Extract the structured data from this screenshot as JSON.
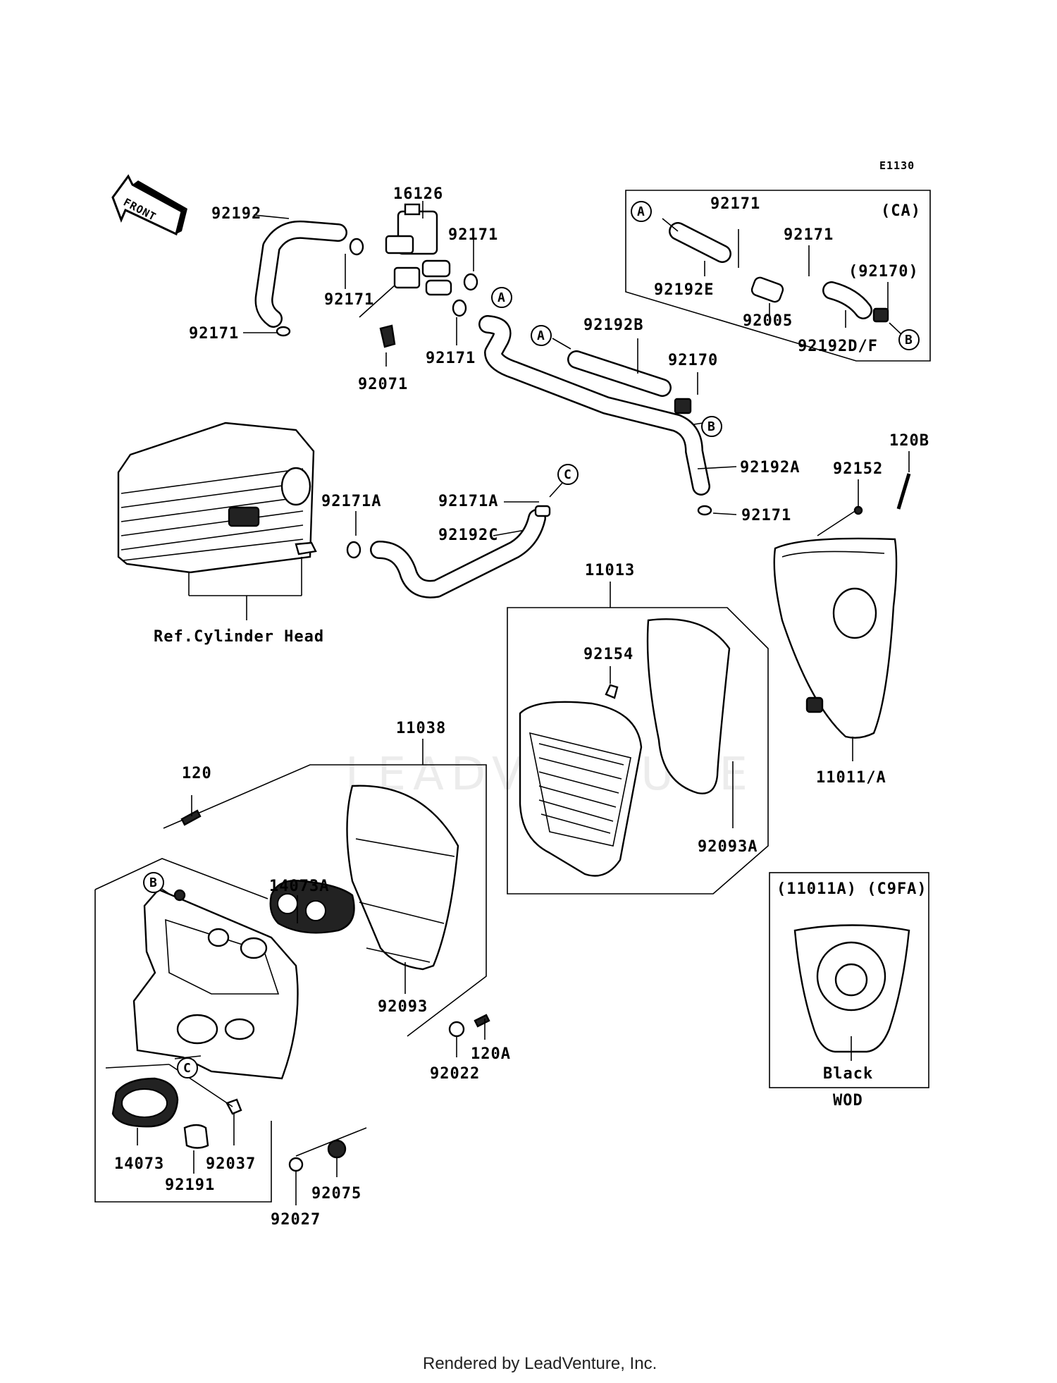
{
  "diagram_code": "E1130",
  "front_arrow": "FRONT",
  "watermark": "LEADVENTURE",
  "footer": "Rendered by LeadVenture, Inc.",
  "callouts": {
    "a": "A",
    "b": "B",
    "c": "C"
  },
  "labels": {
    "p16126": "16126",
    "p92192": "92192",
    "p92171_a": "92171",
    "p92171_b": "92171",
    "p92171_c": "92171",
    "p92171_d": "92171",
    "p92071": "92071",
    "p92192B": "92192B",
    "p92170": "92170",
    "p92192A": "92192A",
    "p92171_e": "92171",
    "p92171A": "92171A",
    "p92171A_b": "92171A",
    "p92192C": "92192C",
    "ref_cyl": "Ref.Cylinder Head",
    "p120B": "120B",
    "p92152": "92152",
    "p11013": "11013",
    "p92154": "92154",
    "p11011A": "11011/A",
    "p92093A": "92093A",
    "p11038": "11038",
    "p120": "120",
    "p14073A": "14073A",
    "p92093": "92093",
    "p92022": "92022",
    "p120A": "120A",
    "p14073": "14073",
    "p92037": "92037",
    "p92191": "92191",
    "p92027": "92027",
    "p92075": "92075"
  },
  "ca_box": {
    "tag": "(CA)",
    "p92171_1": "92171",
    "p92171_2": "92171",
    "p92192E": "92192E",
    "p92005": "92005",
    "p92170": "(92170)",
    "p92192DF": "92192D/F"
  },
  "variant_box": {
    "header": "(11011A) (C9FA)",
    "color": "Black",
    "code": "WOD"
  }
}
